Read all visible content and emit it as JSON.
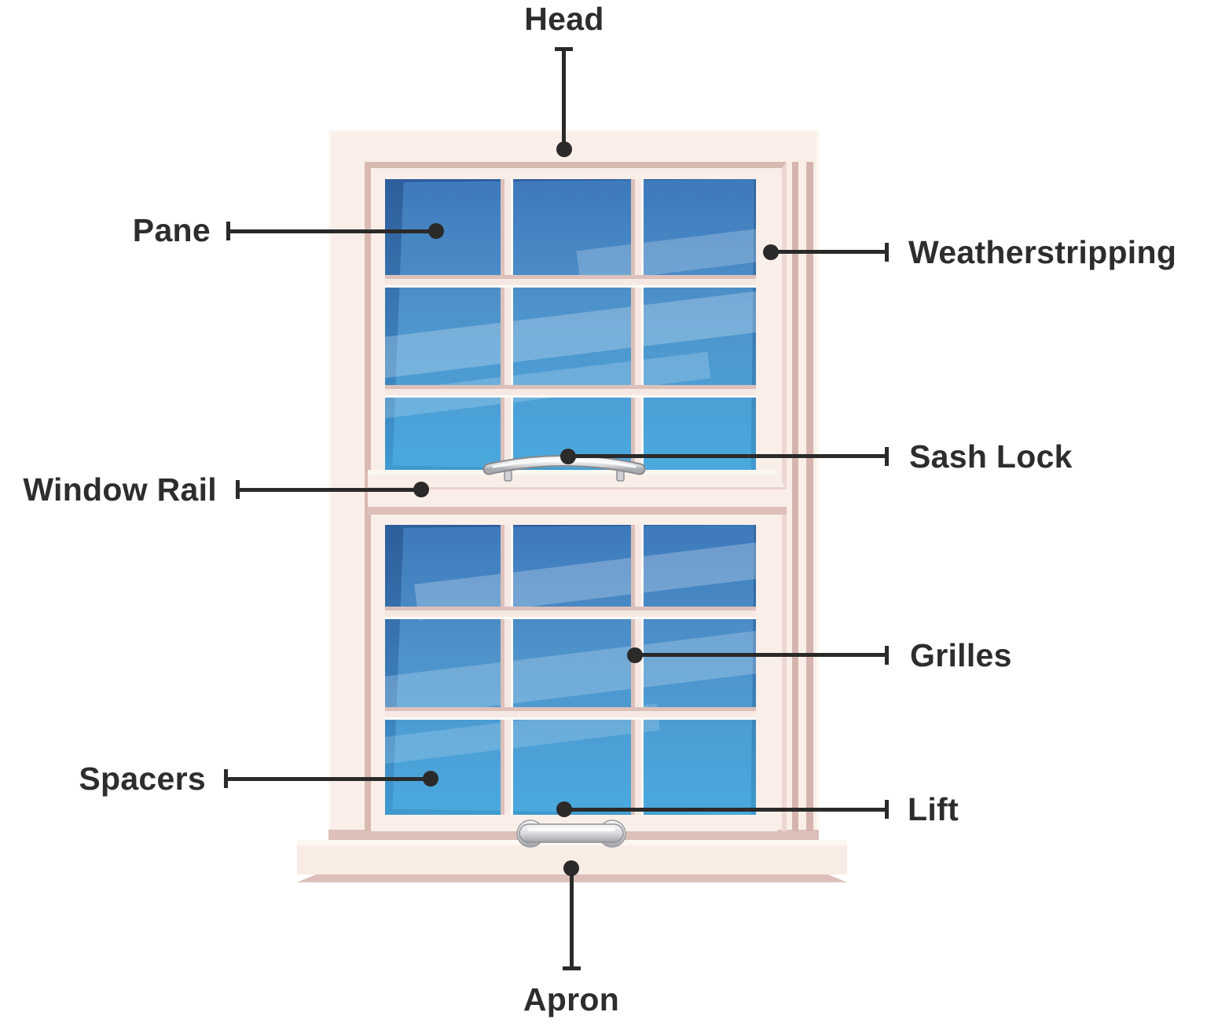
{
  "diagram": {
    "subject": "window-parts",
    "callouts": {
      "head": {
        "label": "Head"
      },
      "pane": {
        "label": "Pane"
      },
      "weatherstripping": {
        "label": "Weatherstripping"
      },
      "sash_lock": {
        "label": "Sash Lock"
      },
      "window_rail": {
        "label": "Window Rail"
      },
      "grilles": {
        "label": "Grilles"
      },
      "spacers": {
        "label": "Spacers"
      },
      "lift": {
        "label": "Lift"
      },
      "apron": {
        "label": "Apron"
      }
    }
  },
  "colors": {
    "background": "#ffffff",
    "label_text": "#2e2d2c",
    "leader_line": "#2b2a29",
    "frame_cream": "#f9efe8",
    "frame_highlight": "#fdf7f2",
    "frame_shadow_pink": "#dcc0b9",
    "frame_deep_pink": "#d5b4ad",
    "glass_blue_dark": "#2e5e9b",
    "glass_blue": "#3f7ab9",
    "glass_blue_light": "#45a4db",
    "handle_silver": "#d9dbdd",
    "handle_outline": "#8f9194"
  }
}
